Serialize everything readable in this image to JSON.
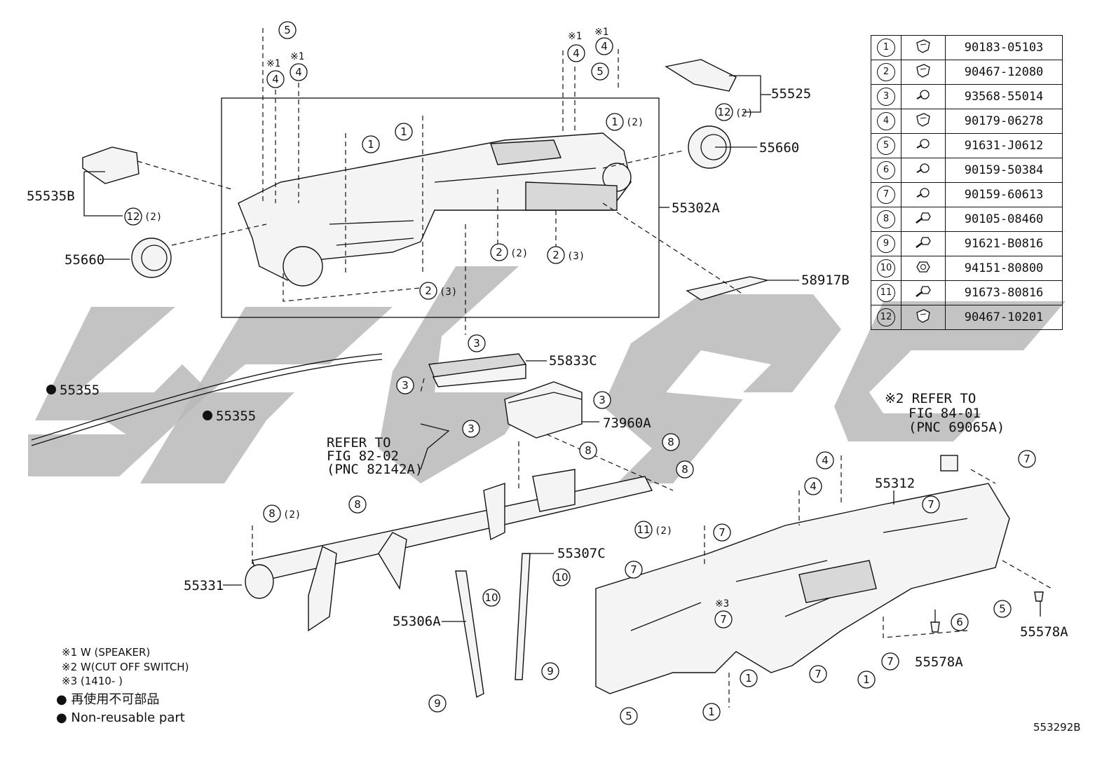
{
  "diagram_id": "553292B",
  "fastener_table": [
    {
      "ref": "1",
      "icon": "clip-icon",
      "part": "90183-05103"
    },
    {
      "ref": "2",
      "icon": "clip-icon",
      "part": "90467-12080"
    },
    {
      "ref": "3",
      "icon": "screw-icon",
      "part": "93568-55014"
    },
    {
      "ref": "4",
      "icon": "clip-icon",
      "part": "90179-06278"
    },
    {
      "ref": "5",
      "icon": "screw-icon",
      "part": "91631-J0612"
    },
    {
      "ref": "6",
      "icon": "screw-icon",
      "part": "90159-50384"
    },
    {
      "ref": "7",
      "icon": "screw-icon",
      "part": "90159-60613"
    },
    {
      "ref": "8",
      "icon": "bolt-icon",
      "part": "90105-08460"
    },
    {
      "ref": "9",
      "icon": "bolt-icon",
      "part": "91621-B0816"
    },
    {
      "ref": "10",
      "icon": "nut-icon",
      "part": "94151-80800"
    },
    {
      "ref": "11",
      "icon": "bolt-icon",
      "part": "91673-80816"
    },
    {
      "ref": "12",
      "icon": "clip-icon",
      "part": "90467-10201"
    }
  ],
  "part_labels": {
    "p55525": "55525",
    "p55660_right": "55660",
    "p55302A": "55302A",
    "p55535B": "55535B",
    "p55660_left": "55660",
    "p58917B": "58917B",
    "p55833C": "55833C",
    "p73960A": "73960A",
    "p55355_a": "55355",
    "p55355_b": "55355",
    "p55312": "55312",
    "p55331": "55331",
    "p55307C": "55307C",
    "p55306A": "55306A",
    "p55578A_a": "55578A",
    "p55578A_b": "55578A"
  },
  "callouts": {
    "qty2": "(2)",
    "qty3": "(3)",
    "mark1": "※1",
    "mark3": "※3"
  },
  "refer_82": [
    "REFER TO",
    "FIG 82-02",
    "(PNC 82142A)"
  ],
  "refer_84": [
    "※2 REFER TO",
    "FIG 84-01",
    "(PNC 69065A)"
  ],
  "notes": {
    "n1": "※1 W (SPEAKER)",
    "n2": "※2 W(CUT OFF SWITCH)",
    "n3": "※3 (1410-     )",
    "n4": "● 再使用不可部品",
    "n5": "● Non-reusable part"
  }
}
